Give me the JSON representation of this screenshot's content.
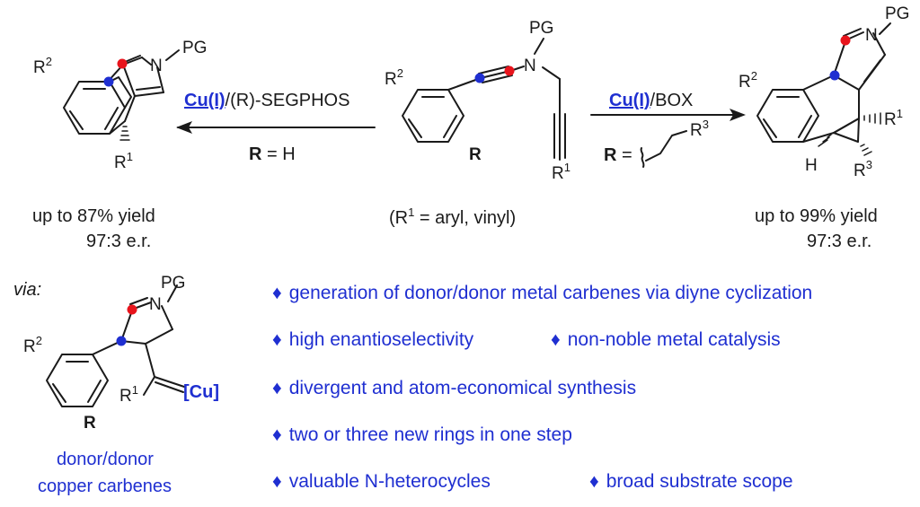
{
  "atoms": {
    "pg": "PG",
    "n": "N",
    "r1": "R",
    "r1_sup": "1",
    "r2": "R",
    "r2_sup": "2",
    "r3": "R",
    "r3_sup": "3",
    "r_bold": "R",
    "h": "H",
    "cu": "[Cu]"
  },
  "left_arrow": {
    "catalyst_cu": "Cu(I)",
    "catalyst_rest": "/(R)-SEGPHOS",
    "condition_r": "R",
    "condition_rest": " = H"
  },
  "right_arrow": {
    "catalyst_cu": "Cu(I)",
    "catalyst_rest": "/BOX",
    "condition_r": "R",
    "condition_rest": " ="
  },
  "left_product": {
    "yield": "up to 87% yield",
    "er": "97:3 e.r."
  },
  "right_product": {
    "yield": "up to 99% yield",
    "er": "97:3 e.r."
  },
  "substrate_note": {
    "prefix": "(R",
    "sup": "1",
    "suffix": " = aryl, vinyl)"
  },
  "via": {
    "label": "via:",
    "caption_line1": "donor/donor",
    "caption_line2": "copper carbenes"
  },
  "bullets": {
    "b1": "generation of donor/donor metal carbenes via diyne cyclization",
    "b2": "high enantioselectivity",
    "b3": "non-noble metal catalysis",
    "b4": "divergent and atom-economical synthesis",
    "b5": "two or three new rings in one step",
    "b6": "valuable N-heterocycles",
    "b7": "broad substrate scope",
    "diamond": "♦"
  },
  "colors": {
    "accent_blue": "#1f2fd1",
    "dot_red": "#e8141c",
    "dot_blue": "#1f2fd1",
    "bond": "#1a1a1a"
  }
}
